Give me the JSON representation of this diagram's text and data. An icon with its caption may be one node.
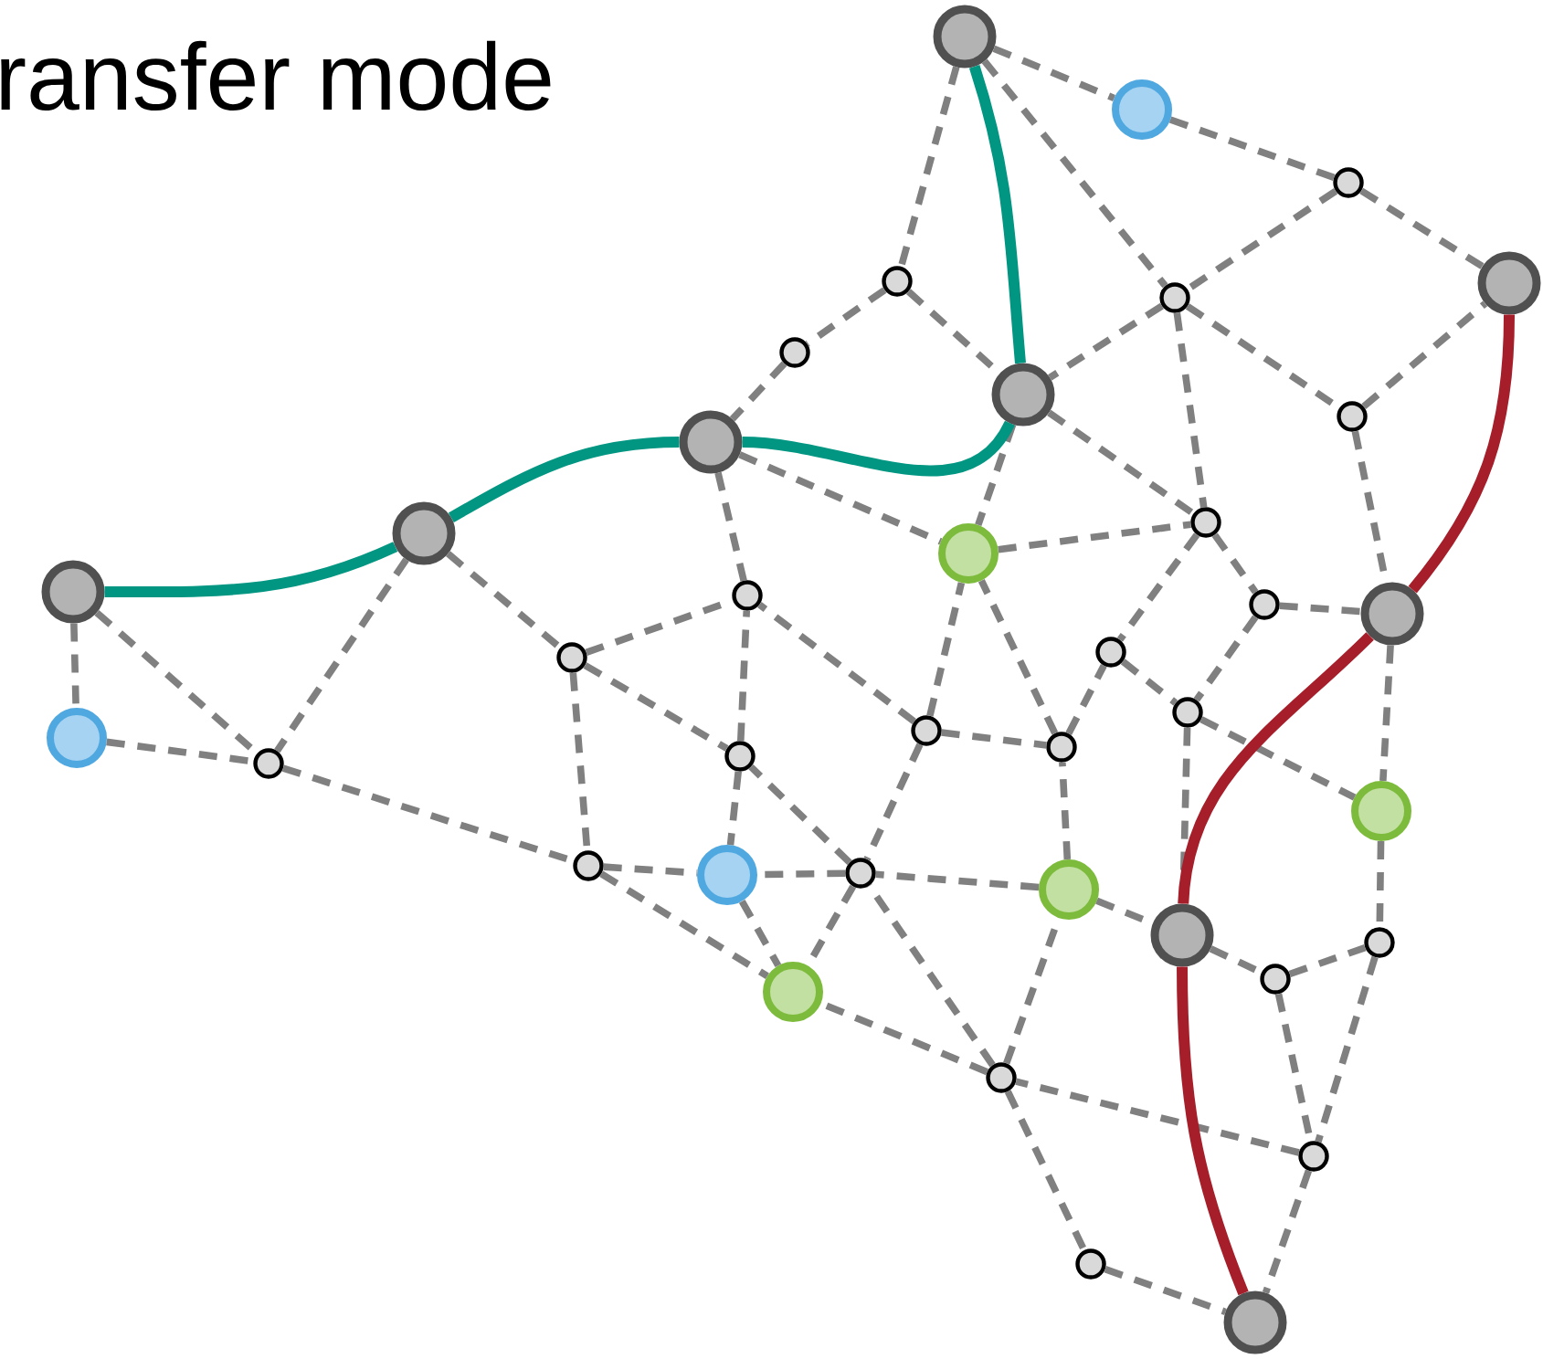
{
  "diagram": {
    "title": "ransfer mode",
    "nodes": [
      {
        "text": [],
        "shape": "circle"
      },
      {
        "text": [],
        "shape": "circle"
      },
      {
        "text": [],
        "shape": "circle"
      },
      {
        "text": [],
        "shape": "circle"
      },
      {
        "text": [],
        "shape": "circle"
      },
      {
        "text": [],
        "shape": "circle"
      },
      {
        "text": [],
        "shape": "circle"
      },
      {
        "text": [],
        "shape": "circle"
      },
      {
        "text": [],
        "shape": "circle"
      },
      {
        "text": [],
        "shape": "circle"
      },
      {
        "text": [],
        "shape": "circle"
      },
      {
        "text": [],
        "shape": "circle"
      },
      {
        "text": [],
        "shape": "circle"
      },
      {
        "text": [],
        "shape": "circle"
      },
      {
        "text": [],
        "shape": "circle"
      },
      {
        "text": [],
        "shape": "circle"
      },
      {
        "text": [],
        "shape": "circle"
      },
      {
        "text": [],
        "shape": "circle"
      },
      {
        "text": [],
        "shape": "circle"
      },
      {
        "text": [],
        "shape": "circle"
      },
      {
        "text": [],
        "shape": "circle"
      },
      {
        "text": [],
        "shape": "circle"
      },
      {
        "text": [],
        "shape": "circle"
      },
      {
        "text": [],
        "shape": "circle"
      },
      {
        "text": [],
        "shape": "circle"
      },
      {
        "text": [],
        "shape": "circle"
      },
      {
        "text": [],
        "shape": "circle"
      },
      {
        "text": [],
        "shape": "circle"
      },
      {
        "text": [],
        "shape": "circle"
      },
      {
        "text": [],
        "shape": "circle"
      },
      {
        "text": [],
        "shape": "circle"
      },
      {
        "text": [],
        "shape": "circle"
      },
      {
        "text": [],
        "shape": "circle"
      },
      {
        "text": [],
        "shape": "circle"
      },
      {
        "text": [],
        "shape": "circle"
      },
      {
        "text": [],
        "shape": "circle"
      },
      {
        "text": [],
        "shape": "circle"
      },
      {
        "text": [],
        "shape": "circle"
      }
    ],
    "edges": [
      {
        "from": 0,
        "to": 1,
        "arrow": "none",
        "style": "dashed"
      },
      {
        "from": 0,
        "to": 3,
        "arrow": "none",
        "style": "dashed"
      },
      {
        "from": 0,
        "to": 5,
        "arrow": "none",
        "style": "dashed"
      },
      {
        "from": 1,
        "to": 2,
        "arrow": "none",
        "style": "dashed"
      },
      {
        "from": 2,
        "to": 5,
        "arrow": "none",
        "style": "dashed"
      },
      {
        "from": 2,
        "to": 4,
        "arrow": "none",
        "style": "dashed"
      },
      {
        "from": 5,
        "to": 7,
        "arrow": "none",
        "style": "dashed"
      },
      {
        "from": 5,
        "to": 10,
        "arrow": "none",
        "style": "dashed"
      },
      {
        "from": 5,
        "to": 8,
        "arrow": "none",
        "style": "dashed"
      },
      {
        "from": 8,
        "to": 4,
        "arrow": "none",
        "style": "dashed"
      },
      {
        "from": 8,
        "to": 16,
        "arrow": "none",
        "style": "dashed"
      },
      {
        "from": 3,
        "to": 6,
        "arrow": "none",
        "style": "dashed"
      },
      {
        "from": 3,
        "to": 7,
        "arrow": "none",
        "style": "dashed"
      },
      {
        "from": 6,
        "to": 9,
        "arrow": "none",
        "style": "dashed"
      },
      {
        "from": 7,
        "to": 12,
        "arrow": "none",
        "style": "dashed"
      },
      {
        "from": 7,
        "to": 10,
        "arrow": "none",
        "style": "dashed"
      },
      {
        "from": 9,
        "to": 12,
        "arrow": "none",
        "style": "dashed"
      },
      {
        "from": 12,
        "to": 10,
        "arrow": "none",
        "style": "dashed"
      },
      {
        "from": 10,
        "to": 15,
        "arrow": "none",
        "style": "dashed"
      },
      {
        "from": 15,
        "to": 16,
        "arrow": "none",
        "style": "dashed"
      },
      {
        "from": 10,
        "to": 17,
        "arrow": "none",
        "style": "dashed"
      },
      {
        "from": 17,
        "to": 19,
        "arrow": "none",
        "style": "dashed"
      },
      {
        "from": 15,
        "to": 19,
        "arrow": "none",
        "style": "dashed"
      },
      {
        "from": 19,
        "to": 25,
        "arrow": "none",
        "style": "dashed"
      },
      {
        "from": 19,
        "to": 30,
        "arrow": "none",
        "style": "dashed"
      },
      {
        "from": 16,
        "to": 25,
        "arrow": "none",
        "style": "dashed"
      },
      {
        "from": 25,
        "to": 31,
        "arrow": "none",
        "style": "dashed"
      },
      {
        "from": 30,
        "to": 32,
        "arrow": "none",
        "style": "dashed"
      },
      {
        "from": 32,
        "to": 31,
        "arrow": "none",
        "style": "dashed"
      },
      {
        "from": 32,
        "to": 35,
        "arrow": "none",
        "style": "dashed"
      },
      {
        "from": 31,
        "to": 35,
        "arrow": "none",
        "style": "dashed"
      },
      {
        "from": 35,
        "to": 37,
        "arrow": "none",
        "style": "dashed"
      },
      {
        "from": 35,
        "to": 34,
        "arrow": "none",
        "style": "dashed"
      },
      {
        "from": 34,
        "to": 36,
        "arrow": "none",
        "style": "dashed"
      },
      {
        "from": 36,
        "to": 37,
        "arrow": "none",
        "style": "dashed"
      },
      {
        "from": 34,
        "to": 33,
        "arrow": "none",
        "style": "dashed"
      },
      {
        "from": 34,
        "to": 27,
        "arrow": "none",
        "style": "dashed"
      },
      {
        "from": 34,
        "to": 29,
        "arrow": "none",
        "style": "dashed"
      },
      {
        "from": 29,
        "to": 30,
        "arrow": "none",
        "style": "dashed"
      },
      {
        "from": 29,
        "to": 27,
        "arrow": "none",
        "style": "dashed"
      },
      {
        "from": 29,
        "to": 22,
        "arrow": "none",
        "style": "dashed"
      },
      {
        "from": 22,
        "to": 12,
        "arrow": "none",
        "style": "dashed"
      },
      {
        "from": 22,
        "to": 17,
        "arrow": "none",
        "style": "dashed"
      },
      {
        "from": 20,
        "to": 12,
        "arrow": "none",
        "style": "dashed"
      },
      {
        "from": 20,
        "to": 22,
        "arrow": "none",
        "style": "dashed"
      },
      {
        "from": 20,
        "to": 14,
        "arrow": "none",
        "style": "dashed"
      },
      {
        "from": 20,
        "to": 27,
        "arrow": "none",
        "style": "dashed"
      },
      {
        "from": 27,
        "to": 28,
        "arrow": "none",
        "style": "dashed"
      },
      {
        "from": 27,
        "to": 33,
        "arrow": "none",
        "style": "dashed"
      },
      {
        "from": 27,
        "to": 23,
        "arrow": "none",
        "style": "dashed"
      },
      {
        "from": 23,
        "to": 14,
        "arrow": "none",
        "style": "dashed"
      },
      {
        "from": 23,
        "to": 28,
        "arrow": "none",
        "style": "dashed"
      },
      {
        "from": 9,
        "to": 14,
        "arrow": "none",
        "style": "dashed"
      },
      {
        "from": 11,
        "to": 18,
        "arrow": "none",
        "style": "dashed"
      },
      {
        "from": 18,
        "to": 14,
        "arrow": "none",
        "style": "dashed"
      },
      {
        "from": 13,
        "to": 21,
        "arrow": "none",
        "style": "dashed"
      },
      {
        "from": 13,
        "to": 24,
        "arrow": "none",
        "style": "dashed"
      },
      {
        "from": 11,
        "to": 24,
        "arrow": "none",
        "style": "dashed"
      },
      {
        "from": 21,
        "to": 24,
        "arrow": "none",
        "style": "dashed"
      },
      {
        "from": 24,
        "to": 26,
        "arrow": "none",
        "style": "dashed"
      },
      {
        "from": 18,
        "to": 26,
        "arrow": "none",
        "style": "dashed"
      },
      {
        "from": 18,
        "to": 23,
        "arrow": "none",
        "style": "dashed"
      },
      {
        "from": 26,
        "to": 28,
        "arrow": "none",
        "style": "dashed"
      },
      {
        "from": 26,
        "to": 33,
        "arrow": "none",
        "style": "dashed"
      },
      {
        "from": 28,
        "to": 33,
        "arrow": "none",
        "style": "dashed"
      },
      {
        "from": 0,
        "to": 7,
        "arrow": "none",
        "color": "#009682"
      },
      {
        "from": 7,
        "to": 9,
        "arrow": "none",
        "color": "#009682"
      },
      {
        "from": 9,
        "to": 11,
        "arrow": "none",
        "color": "#009682"
      },
      {
        "from": 11,
        "to": 13,
        "arrow": "none",
        "color": "#009682"
      },
      {
        "from": 4,
        "to": 16,
        "arrow": "none",
        "color": "#a51e2a"
      },
      {
        "from": 16,
        "to": 30,
        "arrow": "none",
        "color": "#a51e2a"
      },
      {
        "from": 30,
        "to": 37,
        "arrow": "none",
        "color": "#a51e2a"
      }
    ]
  }
}
